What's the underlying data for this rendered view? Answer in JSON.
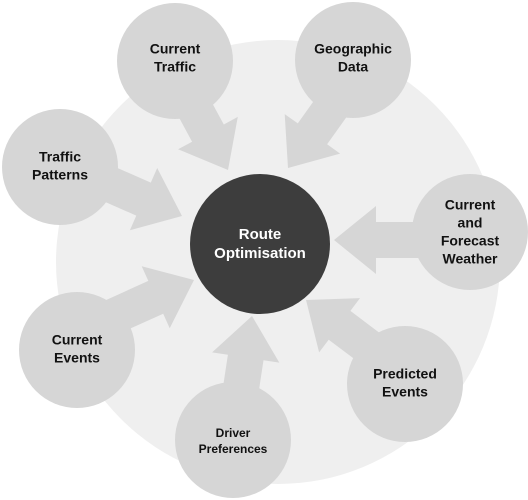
{
  "diagram": {
    "center": {
      "lines": [
        "Route",
        "Optimisation"
      ]
    },
    "nodes": [
      {
        "id": "current-traffic",
        "lines": [
          "Current",
          "Traffic"
        ]
      },
      {
        "id": "geographic-data",
        "lines": [
          "Geographic",
          "Data"
        ]
      },
      {
        "id": "weather",
        "lines": [
          "Current",
          "and",
          "Forecast",
          "Weather"
        ]
      },
      {
        "id": "predicted-events",
        "lines": [
          "Predicted",
          "Events"
        ]
      },
      {
        "id": "driver-preferences",
        "lines": [
          "Driver",
          "Preferences"
        ]
      },
      {
        "id": "current-events",
        "lines": [
          "Current",
          "Events"
        ]
      },
      {
        "id": "traffic-patterns",
        "lines": [
          "Traffic",
          "Patterns"
        ]
      }
    ],
    "colors": {
      "background_disc": "#efefef",
      "node_fill": "#d6d6d6",
      "arrow_fill": "#d6d6d6",
      "center_fill": "#3d3d3d",
      "center_text": "#ffffff",
      "node_text": "#111111"
    }
  }
}
